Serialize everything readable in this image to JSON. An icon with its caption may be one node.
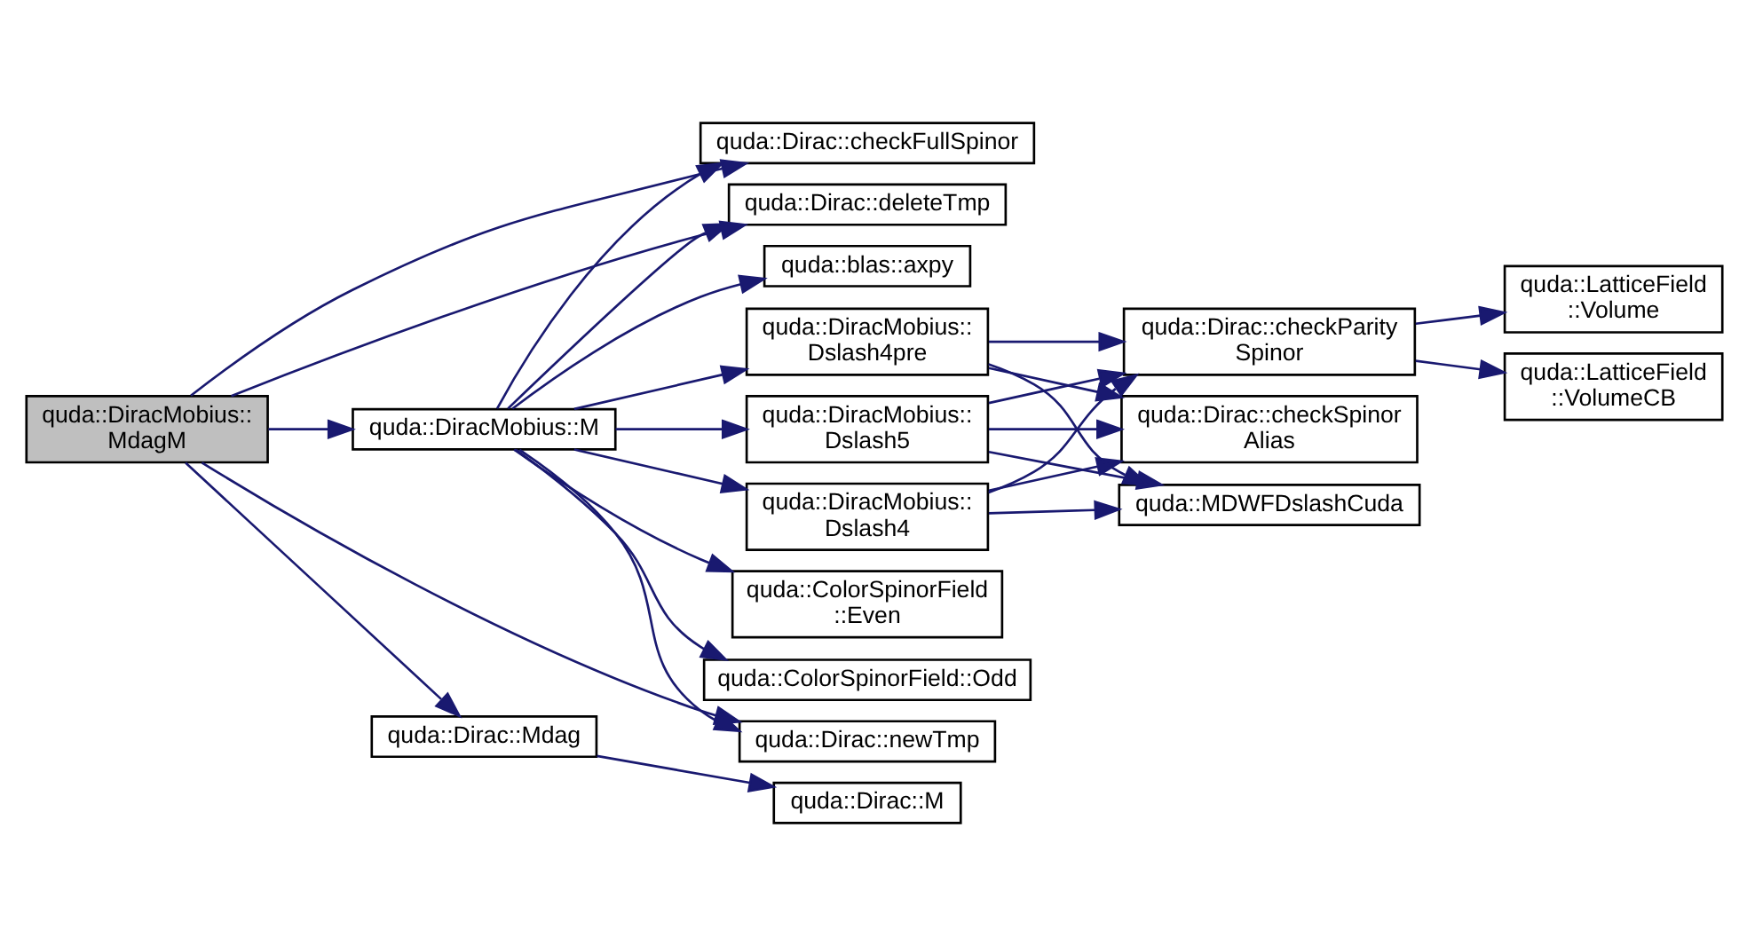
{
  "diagram": {
    "nodes": [
      {
        "text": [
          "quda::DiracMobius:: MdagM"
        ]
      },
      {
        "text": [
          "quda::DiracMobius::M"
        ]
      },
      {
        "text": [
          "quda::Dirac::Mdag"
        ]
      },
      {
        "text": [
          "quda::Dirac::checkFullSpinor"
        ]
      },
      {
        "text": [
          "quda::Dirac::deleteTmp"
        ]
      },
      {
        "text": [
          "quda::blas::axpy"
        ]
      },
      {
        "text": [
          "quda::DiracMobius:: Dslash5"
        ]
      },
      {
        "text": [
          "quda::DiracMobius:: Dslash4"
        ]
      },
      {
        "text": [
          "quda::DiracMobius:: Dslash4pre"
        ]
      },
      {
        "text": [
          "quda::ColorSpinorField ::Even"
        ]
      },
      {
        "text": [
          "quda::ColorSpinorField::Odd"
        ]
      },
      {
        "text": [
          "quda::Dirac::newTmp"
        ]
      },
      {
        "text": [
          "quda::Dirac::M"
        ]
      },
      {
        "text": [
          "quda::Dirac::checkParity Spinor"
        ]
      },
      {
        "text": [
          "quda::Dirac::checkSpinor Alias"
        ]
      },
      {
        "text": [
          "quda::MDWFDslashCuda"
        ]
      },
      {
        "text": [
          "quda::LatticeField ::Volume"
        ]
      },
      {
        "text": [
          "quda::LatticeField ::VolumeCB"
        ]
      }
    ],
    "edges": [
      {
        "from": 0,
        "to": 3,
        "arrow": "to"
      },
      {
        "from": 0,
        "to": 4,
        "arrow": "to"
      },
      {
        "from": 0,
        "to": 1,
        "arrow": "to"
      },
      {
        "from": 0,
        "to": 2,
        "arrow": "to"
      },
      {
        "from": 0,
        "to": 11,
        "arrow": "to"
      },
      {
        "from": 1,
        "to": 3,
        "arrow": "to"
      },
      {
        "from": 1,
        "to": 4,
        "arrow": "to"
      },
      {
        "from": 1,
        "to": 5,
        "arrow": "to"
      },
      {
        "from": 1,
        "to": 6,
        "arrow": "to"
      },
      {
        "from": 1,
        "to": 7,
        "arrow": "to"
      },
      {
        "from": 1,
        "to": 8,
        "arrow": "to"
      },
      {
        "from": 1,
        "to": 9,
        "arrow": "to"
      },
      {
        "from": 1,
        "to": 10,
        "arrow": "to"
      },
      {
        "from": 1,
        "to": 11,
        "arrow": "to"
      },
      {
        "from": 2,
        "to": 12,
        "arrow": "to"
      },
      {
        "from": 6,
        "to": 13,
        "arrow": "to"
      },
      {
        "from": 6,
        "to": 14,
        "arrow": "to"
      },
      {
        "from": 6,
        "to": 15,
        "arrow": "to"
      },
      {
        "from": 7,
        "to": 13,
        "arrow": "to"
      },
      {
        "from": 7,
        "to": 14,
        "arrow": "to"
      },
      {
        "from": 7,
        "to": 15,
        "arrow": "to"
      },
      {
        "from": 8,
        "to": 13,
        "arrow": "to"
      },
      {
        "from": 8,
        "to": 14,
        "arrow": "to"
      },
      {
        "from": 8,
        "to": 15,
        "arrow": "to"
      },
      {
        "from": 13,
        "to": 16,
        "arrow": "to"
      },
      {
        "from": 13,
        "to": 17,
        "arrow": "to"
      }
    ]
  }
}
